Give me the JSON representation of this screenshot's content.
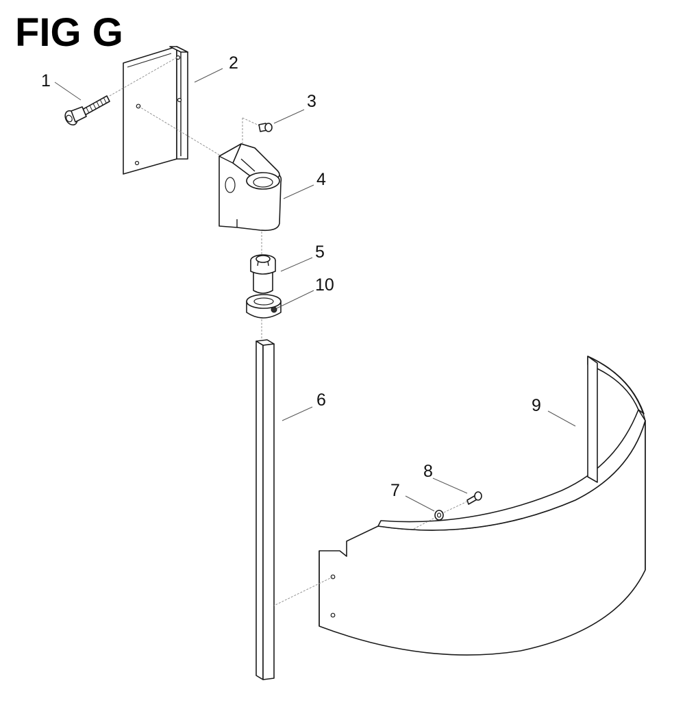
{
  "figure": {
    "title": "FIG G"
  },
  "callouts": [
    {
      "id": "1",
      "label": "1"
    },
    {
      "id": "2",
      "label": "2"
    },
    {
      "id": "3",
      "label": "3"
    },
    {
      "id": "4",
      "label": "4"
    },
    {
      "id": "5",
      "label": "5"
    },
    {
      "id": "6",
      "label": "6"
    },
    {
      "id": "7",
      "label": "7"
    },
    {
      "id": "8",
      "label": "8"
    },
    {
      "id": "9",
      "label": "9"
    },
    {
      "id": "10",
      "label": "10"
    }
  ]
}
